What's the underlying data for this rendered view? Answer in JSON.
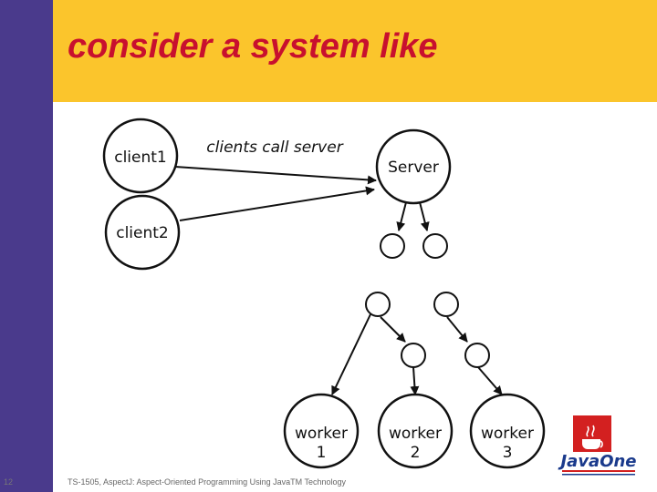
{
  "slide": {
    "title": "consider a system like",
    "page_number": "12",
    "footer": "TS-1505, AspectJ: Aspect-Oriented Programming Using JavaTM Technology"
  },
  "diagram": {
    "client1": "client1",
    "client2": "client2",
    "call_label": "clients call server",
    "server": "Server",
    "worker1": [
      "worker",
      "1"
    ],
    "worker2": [
      "worker",
      "2"
    ],
    "worker3": [
      "worker",
      "3"
    ]
  },
  "logo": {
    "text": "JavaOne",
    "icon": "java-cup-icon"
  },
  "colors": {
    "title": "#c8102e",
    "band": "#fbc52c",
    "sidebar": "#4a3a8c"
  }
}
